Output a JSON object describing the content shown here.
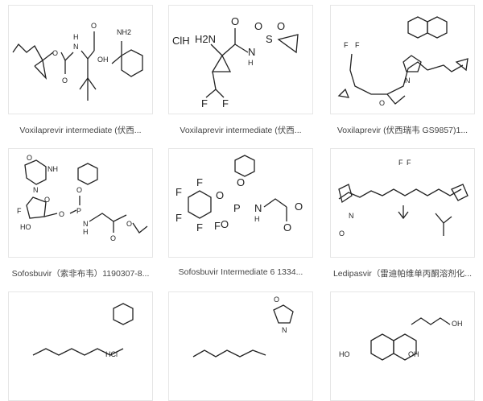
{
  "products": [
    {
      "caption": "Voxilaprevir intermediate (伏西...",
      "labels": [
        "O",
        "H",
        "N",
        "O",
        "OH",
        "NH2"
      ]
    },
    {
      "caption": "Voxilaprevir intermediate (伏西...",
      "labels": [
        "ClH",
        "H2N",
        "O",
        "O",
        "S",
        "N",
        "H",
        "O",
        "F",
        "F"
      ]
    },
    {
      "caption": "Voxilaprevir (伏西瑞韦 GS9857)1...",
      "labels": [
        "F",
        "F",
        "O",
        "N"
      ]
    },
    {
      "caption": "Sofosbuvir（索非布韦）1190307-8...",
      "labels": [
        "O",
        "NH",
        "N",
        "O",
        "F",
        "HO",
        "O",
        "P",
        "O",
        "N",
        "H",
        "O",
        "O"
      ]
    },
    {
      "caption": "Sofosbuvir Intermediate 6 1334...",
      "labels": [
        "F",
        "F",
        "F",
        "F",
        "F",
        "O",
        "P",
        "O",
        "O",
        "N",
        "H",
        "O",
        "O"
      ]
    },
    {
      "caption": "Ledipasvir（雷迪帕维单丙酮溶剂化...",
      "labels": [
        "F",
        "F",
        "N",
        "O"
      ]
    },
    {
      "caption": "",
      "labels": [
        "HCl"
      ]
    },
    {
      "caption": "",
      "labels": [
        "N",
        "O"
      ]
    },
    {
      "caption": "",
      "labels": [
        "OH",
        "HO",
        "OH"
      ]
    }
  ]
}
